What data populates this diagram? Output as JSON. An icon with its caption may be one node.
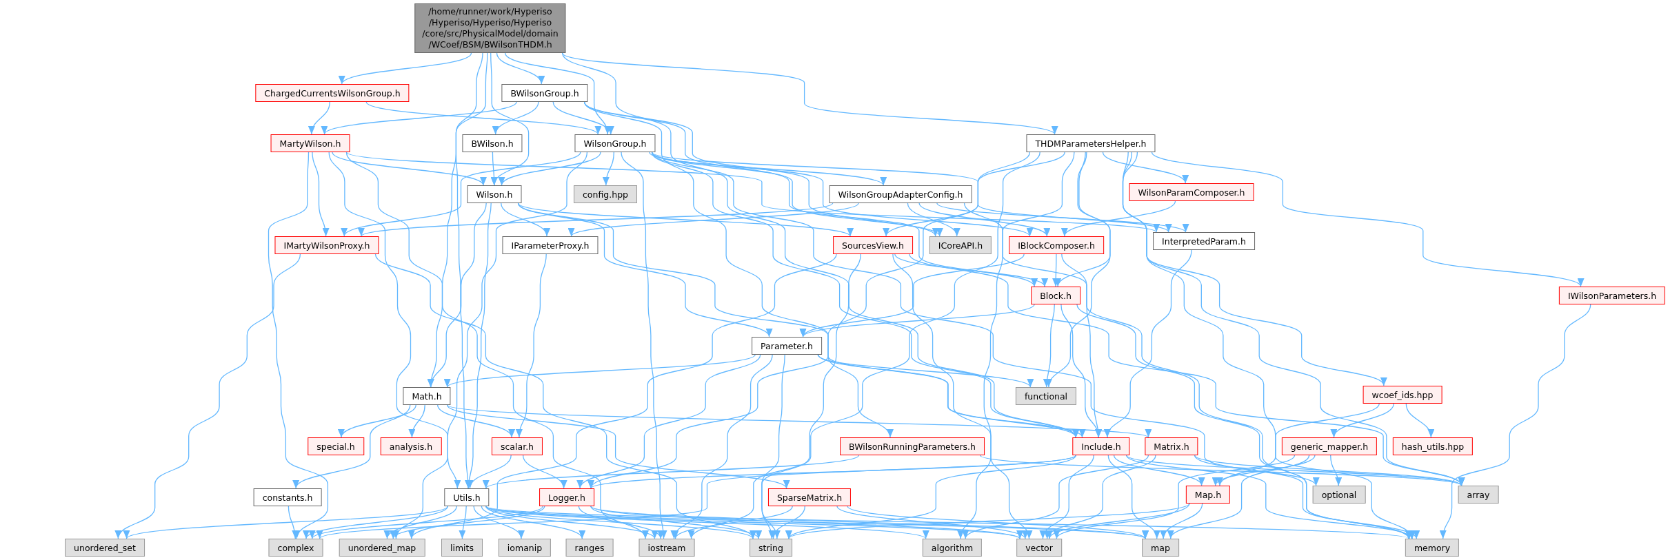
{
  "diagram": {
    "nodes": [
      {
        "text": [
          "/home/runner/work/Hyperiso /Hyperiso/Hyperiso/Hyperiso /core/src/PhysicalModel/domain /WCoef/BSM/BWilsonTHDM.h"
        ]
      },
      {
        "text": [
          "ChargedCurrentsWilsonGroup.h"
        ]
      },
      {
        "text": [
          "BWilsonGroup.h"
        ]
      },
      {
        "text": [
          "MartyWilson.h"
        ]
      },
      {
        "text": [
          "BWilson.h"
        ]
      },
      {
        "text": [
          "WilsonGroup.h"
        ]
      },
      {
        "text": [
          "THDMParametersHelper.h"
        ]
      },
      {
        "text": [
          "Wilson.h"
        ]
      },
      {
        "text": [
          "config.hpp"
        ]
      },
      {
        "text": [
          "WilsonGroupAdapterConfig.h"
        ]
      },
      {
        "text": [
          "WilsonParamComposer.h"
        ]
      },
      {
        "text": [
          "IMartyWilsonProxy.h"
        ]
      },
      {
        "text": [
          "IParameterProxy.h"
        ]
      },
      {
        "text": [
          "SourcesView.h"
        ]
      },
      {
        "text": [
          "ICoreAPI.h"
        ]
      },
      {
        "text": [
          "IBlockComposer.h"
        ]
      },
      {
        "text": [
          "InterpretedParam.h"
        ]
      },
      {
        "text": [
          "Block.h"
        ]
      },
      {
        "text": [
          "IWilsonParameters.h"
        ]
      },
      {
        "text": [
          "Parameter.h"
        ]
      },
      {
        "text": [
          "functional"
        ]
      },
      {
        "text": [
          "Math.h"
        ]
      },
      {
        "text": [
          "wcoef_ids.hpp"
        ]
      },
      {
        "text": [
          "special.h"
        ]
      },
      {
        "text": [
          "analysis.h"
        ]
      },
      {
        "text": [
          "scalar.h"
        ]
      },
      {
        "text": [
          "BWilsonRunningParameters.h"
        ]
      },
      {
        "text": [
          "Include.h"
        ]
      },
      {
        "text": [
          "Matrix.h"
        ]
      },
      {
        "text": [
          "generic_mapper.h"
        ]
      },
      {
        "text": [
          "hash_utils.hpp"
        ]
      },
      {
        "text": [
          "constants.h"
        ]
      },
      {
        "text": [
          "Utils.h"
        ]
      },
      {
        "text": [
          "Logger.h"
        ]
      },
      {
        "text": [
          "SparseMatrix.h"
        ]
      },
      {
        "text": [
          "Map.h"
        ]
      },
      {
        "text": [
          "optional"
        ]
      },
      {
        "text": [
          "array"
        ]
      },
      {
        "text": [
          "unordered_set"
        ]
      },
      {
        "text": [
          "complex"
        ]
      },
      {
        "text": [
          "unordered_map"
        ]
      },
      {
        "text": [
          "limits"
        ]
      },
      {
        "text": [
          "iomanip"
        ]
      },
      {
        "text": [
          "ranges"
        ]
      },
      {
        "text": [
          "iostream"
        ]
      },
      {
        "text": [
          "string"
        ]
      },
      {
        "text": [
          "algorithm"
        ]
      },
      {
        "text": [
          "vector"
        ]
      },
      {
        "text": [
          "map"
        ]
      },
      {
        "text": [
          "memory"
        ]
      }
    ],
    "edges": [
      {
        "from": 0,
        "to": 1,
        "arrow": "to"
      },
      {
        "from": 0,
        "to": 2,
        "arrow": "to"
      },
      {
        "from": 0,
        "to": 5,
        "arrow": "to"
      },
      {
        "from": 0,
        "to": 7,
        "arrow": "to"
      },
      {
        "from": 0,
        "to": 6,
        "arrow": "to"
      },
      {
        "from": 0,
        "to": 21,
        "arrow": "to"
      },
      {
        "from": 0,
        "to": 32,
        "arrow": "to"
      },
      {
        "from": 0,
        "to": 27,
        "arrow": "to"
      },
      {
        "from": 1,
        "to": 3,
        "arrow": "to"
      },
      {
        "from": 1,
        "to": 5,
        "arrow": "to"
      },
      {
        "from": 2,
        "to": 3,
        "arrow": "to"
      },
      {
        "from": 2,
        "to": 4,
        "arrow": "to"
      },
      {
        "from": 2,
        "to": 5,
        "arrow": "to"
      },
      {
        "from": 2,
        "to": 14,
        "arrow": "to"
      },
      {
        "from": 2,
        "to": 26,
        "arrow": "to"
      },
      {
        "from": 2,
        "to": 17,
        "arrow": "to"
      },
      {
        "from": 3,
        "to": 11,
        "arrow": "to"
      },
      {
        "from": 3,
        "to": 7,
        "arrow": "to"
      },
      {
        "from": 3,
        "to": 32,
        "arrow": "to"
      },
      {
        "from": 3,
        "to": 39,
        "arrow": "to"
      },
      {
        "from": 3,
        "to": 44,
        "arrow": "to"
      },
      {
        "from": 3,
        "to": 16,
        "arrow": "to"
      },
      {
        "from": 4,
        "to": 7,
        "arrow": "to"
      },
      {
        "from": 5,
        "to": 7,
        "arrow": "to"
      },
      {
        "from": 5,
        "to": 8,
        "arrow": "to"
      },
      {
        "from": 5,
        "to": 9,
        "arrow": "to"
      },
      {
        "from": 5,
        "to": 11,
        "arrow": "to"
      },
      {
        "from": 5,
        "to": 14,
        "arrow": "to"
      },
      {
        "from": 5,
        "to": 15,
        "arrow": "to"
      },
      {
        "from": 5,
        "to": 16,
        "arrow": "to"
      },
      {
        "from": 5,
        "to": 27,
        "arrow": "to"
      },
      {
        "from": 5,
        "to": 44,
        "arrow": "to"
      },
      {
        "from": 5,
        "to": 40,
        "arrow": "to"
      },
      {
        "from": 5,
        "to": 36,
        "arrow": "to"
      },
      {
        "from": 6,
        "to": 10,
        "arrow": "to"
      },
      {
        "from": 6,
        "to": 18,
        "arrow": "to"
      },
      {
        "from": 6,
        "to": 37,
        "arrow": "to"
      },
      {
        "from": 6,
        "to": 49,
        "arrow": "to"
      },
      {
        "from": 6,
        "to": 13,
        "arrow": "to"
      },
      {
        "from": 6,
        "to": 33,
        "arrow": "to"
      },
      {
        "from": 6,
        "to": 44,
        "arrow": "to"
      },
      {
        "from": 6,
        "to": 46,
        "arrow": "to"
      },
      {
        "from": 6,
        "to": 20,
        "arrow": "to"
      },
      {
        "from": 6,
        "to": 17,
        "arrow": "to"
      },
      {
        "from": 6,
        "to": 22,
        "arrow": "to"
      },
      {
        "from": 7,
        "to": 12,
        "arrow": "to"
      },
      {
        "from": 7,
        "to": 19,
        "arrow": "to"
      },
      {
        "from": 7,
        "to": 21,
        "arrow": "to"
      },
      {
        "from": 7,
        "to": 32,
        "arrow": "to"
      },
      {
        "from": 7,
        "to": 13,
        "arrow": "to"
      },
      {
        "from": 7,
        "to": 27,
        "arrow": "to"
      },
      {
        "from": 9,
        "to": 11,
        "arrow": "to"
      },
      {
        "from": 9,
        "to": 12,
        "arrow": "to"
      },
      {
        "from": 9,
        "to": 14,
        "arrow": "to"
      },
      {
        "from": 9,
        "to": 15,
        "arrow": "to"
      },
      {
        "from": 9,
        "to": 16,
        "arrow": "to"
      },
      {
        "from": 9,
        "to": 49,
        "arrow": "to"
      },
      {
        "from": 10,
        "to": 15,
        "arrow": "to"
      },
      {
        "from": 11,
        "to": 38,
        "arrow": "to"
      },
      {
        "from": 11,
        "to": 45,
        "arrow": "to"
      },
      {
        "from": 12,
        "to": 25,
        "arrow": "to"
      },
      {
        "from": 13,
        "to": 17,
        "arrow": "to"
      },
      {
        "from": 13,
        "to": 45,
        "arrow": "to"
      },
      {
        "from": 13,
        "to": 47,
        "arrow": "to"
      },
      {
        "from": 13,
        "to": 40,
        "arrow": "to"
      },
      {
        "from": 13,
        "to": 37,
        "arrow": "to"
      },
      {
        "from": 15,
        "to": 17,
        "arrow": "to"
      },
      {
        "from": 15,
        "to": 19,
        "arrow": "to"
      },
      {
        "from": 15,
        "to": 27,
        "arrow": "to"
      },
      {
        "from": 16,
        "to": 27,
        "arrow": "to"
      },
      {
        "from": 17,
        "to": 19,
        "arrow": "to"
      },
      {
        "from": 17,
        "to": 20,
        "arrow": "to"
      },
      {
        "from": 17,
        "to": 27,
        "arrow": "to"
      },
      {
        "from": 17,
        "to": 49,
        "arrow": "to"
      },
      {
        "from": 18,
        "to": 49,
        "arrow": "to"
      },
      {
        "from": 19,
        "to": 21,
        "arrow": "to"
      },
      {
        "from": 19,
        "to": 20,
        "arrow": "to"
      },
      {
        "from": 19,
        "to": 27,
        "arrow": "to"
      },
      {
        "from": 19,
        "to": 33,
        "arrow": "to"
      },
      {
        "from": 19,
        "to": 44,
        "arrow": "to"
      },
      {
        "from": 19,
        "to": 45,
        "arrow": "to"
      },
      {
        "from": 21,
        "to": 31,
        "arrow": "to"
      },
      {
        "from": 21,
        "to": 23,
        "arrow": "to"
      },
      {
        "from": 21,
        "to": 24,
        "arrow": "to"
      },
      {
        "from": 21,
        "to": 25,
        "arrow": "to"
      },
      {
        "from": 21,
        "to": 28,
        "arrow": "to"
      },
      {
        "from": 21,
        "to": 34,
        "arrow": "to"
      },
      {
        "from": 22,
        "to": 29,
        "arrow": "to"
      },
      {
        "from": 22,
        "to": 30,
        "arrow": "to"
      },
      {
        "from": 22,
        "to": 35,
        "arrow": "to"
      },
      {
        "from": 25,
        "to": 32,
        "arrow": "to"
      },
      {
        "from": 25,
        "to": 33,
        "arrow": "to"
      },
      {
        "from": 26,
        "to": 32,
        "arrow": "to"
      },
      {
        "from": 26,
        "to": 37,
        "arrow": "to"
      },
      {
        "from": 27,
        "to": 33,
        "arrow": "to"
      },
      {
        "from": 27,
        "to": 35,
        "arrow": "to"
      },
      {
        "from": 27,
        "to": 47,
        "arrow": "to"
      },
      {
        "from": 27,
        "to": 48,
        "arrow": "to"
      },
      {
        "from": 27,
        "to": 45,
        "arrow": "to"
      },
      {
        "from": 27,
        "to": 49,
        "arrow": "to"
      },
      {
        "from": 27,
        "to": 39,
        "arrow": "to"
      },
      {
        "from": 27,
        "to": 37,
        "arrow": "to"
      },
      {
        "from": 28,
        "to": 37,
        "arrow": "to"
      },
      {
        "from": 28,
        "to": 47,
        "arrow": "to"
      },
      {
        "from": 28,
        "to": 49,
        "arrow": "to"
      },
      {
        "from": 28,
        "to": 46,
        "arrow": "to"
      },
      {
        "from": 29,
        "to": 35,
        "arrow": "to"
      },
      {
        "from": 29,
        "to": 36,
        "arrow": "to"
      },
      {
        "from": 29,
        "to": 47,
        "arrow": "to"
      },
      {
        "from": 29,
        "to": 48,
        "arrow": "to"
      },
      {
        "from": 31,
        "to": 39,
        "arrow": "to"
      },
      {
        "from": 32,
        "to": 38,
        "arrow": "to"
      },
      {
        "from": 32,
        "to": 39,
        "arrow": "to"
      },
      {
        "from": 32,
        "to": 40,
        "arrow": "to"
      },
      {
        "from": 32,
        "to": 41,
        "arrow": "to"
      },
      {
        "from": 32,
        "to": 42,
        "arrow": "to"
      },
      {
        "from": 32,
        "to": 43,
        "arrow": "to"
      },
      {
        "from": 32,
        "to": 44,
        "arrow": "to"
      },
      {
        "from": 32,
        "to": 45,
        "arrow": "to"
      },
      {
        "from": 32,
        "to": 46,
        "arrow": "to"
      },
      {
        "from": 32,
        "to": 47,
        "arrow": "to"
      },
      {
        "from": 32,
        "to": 48,
        "arrow": "to"
      },
      {
        "from": 32,
        "to": 49,
        "arrow": "to"
      },
      {
        "from": 33,
        "to": 39,
        "arrow": "to"
      },
      {
        "from": 33,
        "to": 40,
        "arrow": "to"
      },
      {
        "from": 33,
        "to": 44,
        "arrow": "to"
      },
      {
        "from": 33,
        "to": 45,
        "arrow": "to"
      },
      {
        "from": 33,
        "to": 47,
        "arrow": "to"
      },
      {
        "from": 33,
        "to": 48,
        "arrow": "to"
      },
      {
        "from": 34,
        "to": 44,
        "arrow": "to"
      },
      {
        "from": 34,
        "to": 45,
        "arrow": "to"
      },
      {
        "from": 34,
        "to": 47,
        "arrow": "to"
      },
      {
        "from": 34,
        "to": 48,
        "arrow": "to"
      },
      {
        "from": 35,
        "to": 48,
        "arrow": "to"
      },
      {
        "from": 35,
        "to": 45,
        "arrow": "to"
      },
      {
        "from": 35,
        "to": 47,
        "arrow": "to"
      }
    ]
  }
}
